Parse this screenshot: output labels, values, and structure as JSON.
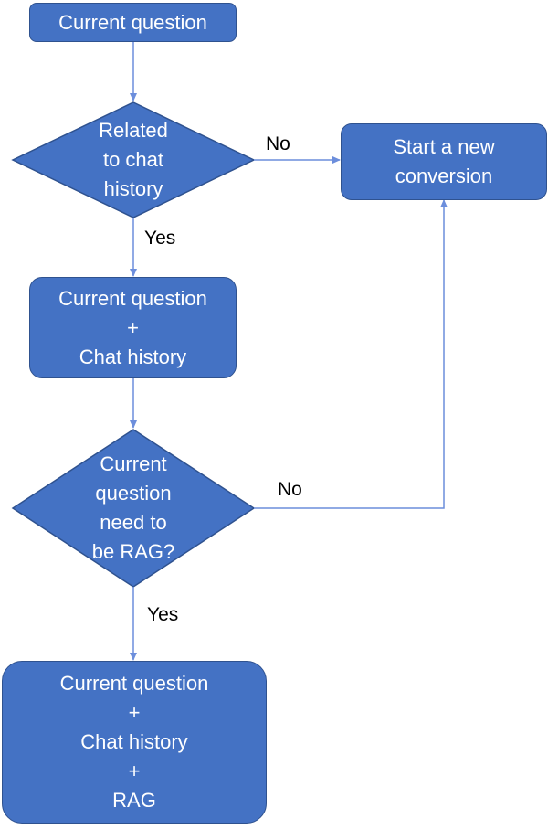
{
  "diagram": {
    "colors": {
      "fill": "#4472C4",
      "stroke": "#2F528F",
      "connector": "#6C8EDC",
      "text": "#FFFFFF",
      "label": "#000000"
    },
    "nodes": {
      "current_question": {
        "lines": [
          "Current question"
        ]
      },
      "related_decision": {
        "lines": [
          "Related",
          "to chat",
          "history"
        ]
      },
      "new_conversation": {
        "lines": [
          "Start a new",
          "conversion"
        ]
      },
      "question_history": {
        "lines": [
          "Current question",
          "+",
          "Chat history"
        ]
      },
      "rag_decision": {
        "lines": [
          "Current",
          "question",
          "need to",
          "be RAG?"
        ]
      },
      "question_history_rag": {
        "lines": [
          "Current question",
          "+",
          "Chat history",
          "+",
          "RAG"
        ]
      }
    },
    "edge_labels": {
      "related_no": "No",
      "related_yes": "Yes",
      "rag_no": "No",
      "rag_yes": "Yes"
    }
  }
}
